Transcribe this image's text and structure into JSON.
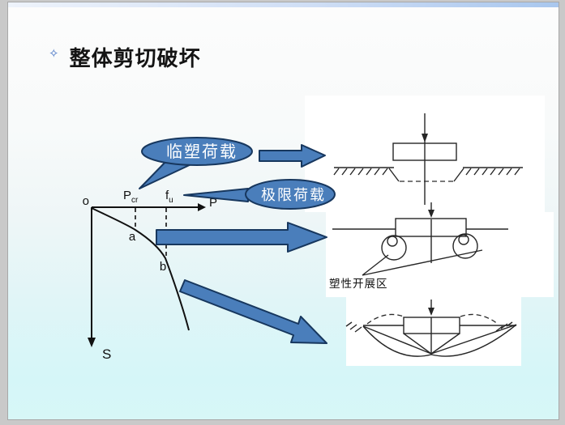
{
  "slide": {
    "title": "整体剪切破坏",
    "bullet_glyph": "✧"
  },
  "curve": {
    "origin_label": "o",
    "x_axis_label": "P",
    "y_axis_label": "S",
    "point_a_label": "a",
    "point_b_label": "b",
    "pcr_base": "P",
    "pcr_sub": "cr",
    "fu_base": "f",
    "fu_sub": "u"
  },
  "callouts": [
    {
      "label": "临塑荷载"
    },
    {
      "label": "极限荷载"
    }
  ],
  "diagrams": {
    "plastic_zone_label": "塑性开展区"
  },
  "colors": {
    "accent_blue": "#4a7ebb",
    "accent_border": "#17375e",
    "slide_bottom_cyan": "#d6f6f8"
  }
}
